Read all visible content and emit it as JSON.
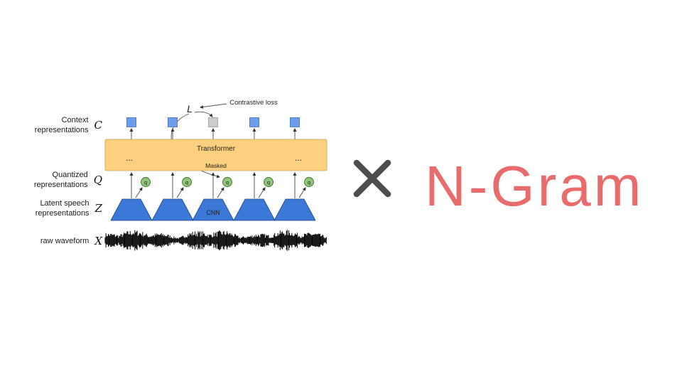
{
  "slide": {
    "multiply_symbol": "×",
    "ngram": {
      "label": "N-Gram",
      "color": "#e96b6b"
    },
    "cross_color": "#4d4d4d",
    "background": "#ffffff"
  },
  "diagram": {
    "loss": {
      "label": "Contrastive loss",
      "symbol": "L"
    },
    "rows": {
      "context": {
        "label": "Context representations",
        "symbol": "C"
      },
      "quantized": {
        "label": "Quantized representations",
        "symbol": "Q"
      },
      "latent": {
        "label": "Latent speech representations",
        "symbol": "Z"
      },
      "waveform": {
        "label": "raw waveform",
        "symbol": "X"
      }
    },
    "transformer": {
      "label": "Transformer",
      "masked_label": "Masked",
      "ellipsis": "..."
    },
    "cnn_label": "CNN",
    "quantizer_label": "q",
    "colors": {
      "transformer_fill": "#fcd07e",
      "context_square": "#6d9eeb",
      "masked_square": "#cccccc",
      "quantized_circle": "#93c47d",
      "cnn_trapezoid": "#3c78d8",
      "waveform": "#000000"
    }
  }
}
